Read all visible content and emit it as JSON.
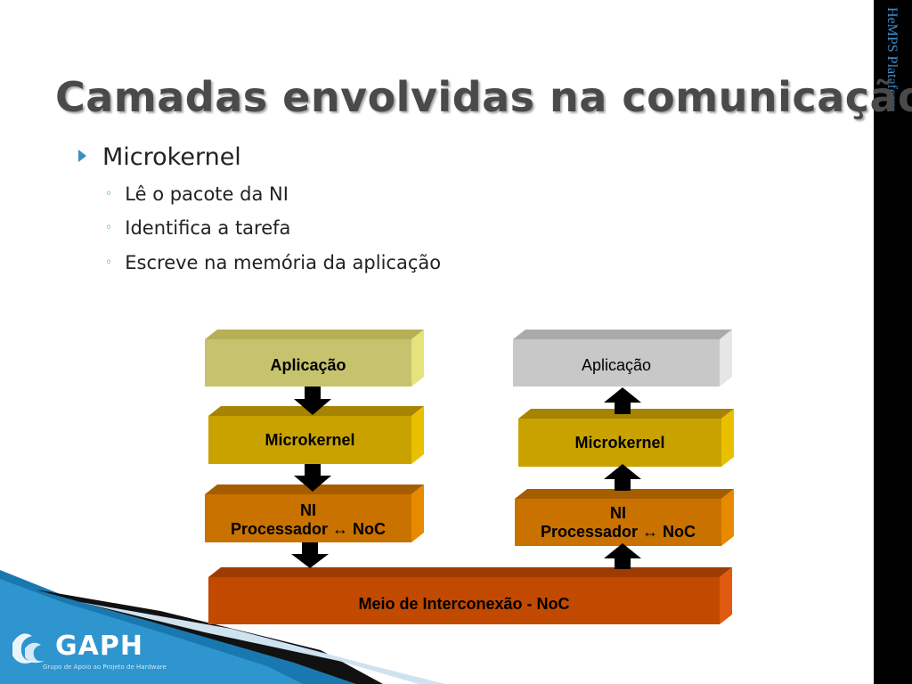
{
  "sidebar_text": "HeMPS Plataform",
  "title": "Camadas envolvidas na comunicação",
  "bullets": {
    "main": "Microkernel",
    "sub": [
      "Lê o pacote da NI",
      "Identifica a tarefa",
      "Escreve na memória da aplicação"
    ]
  },
  "diagram": {
    "left_stack": {
      "app": "Aplicação",
      "microkernel": "Microkernel",
      "ni_line1": "NI",
      "ni_line2": "Processador ↔ NoC"
    },
    "right_stack": {
      "app": "Aplicação",
      "microkernel": "Microkernel",
      "ni_line1": "NI",
      "ni_line2": "Processador ↔ NoC"
    },
    "noc": "Meio de Interconexão - NoC"
  },
  "logo": {
    "name": "GAPH",
    "subtitle": "Grupo de Apoio ao Projeto de Hardware"
  },
  "colors": {
    "app_left": "#c7c26e",
    "app_right": "#c8c8c8",
    "microkernel": "#c9a200",
    "ni": "#c97200",
    "noc": "#c24a00",
    "accent_blue": "#3a8fc0"
  }
}
